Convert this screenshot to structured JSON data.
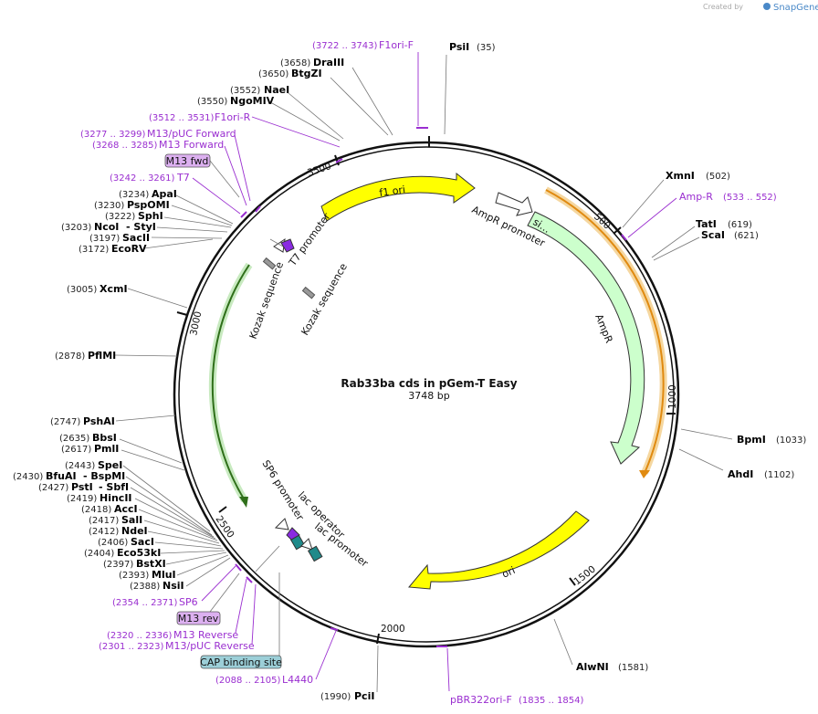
{
  "credit": {
    "created_by": "Created by",
    "brand": "SnapGene"
  },
  "plasmid": {
    "name": "Rab33ba cds in pGem-T Easy",
    "length": "3748 bp"
  },
  "ticks": [
    "500",
    "1000",
    "1500",
    "2000",
    "2500",
    "3000",
    "3500"
  ],
  "enzymes": [
    {
      "name": "PsiI",
      "pos": "(35)"
    },
    {
      "name": "DraIII",
      "pos": "(3658)"
    },
    {
      "name": "BtgZI",
      "pos": "(3650)"
    },
    {
      "name": "NaeI",
      "pos": "(3552)"
    },
    {
      "name": "NgoMIV",
      "pos": "(3550)"
    },
    {
      "name": "XmnI",
      "pos": "(502)"
    },
    {
      "name": "TatI",
      "pos": "(619)"
    },
    {
      "name": "ScaI",
      "pos": "(621)"
    },
    {
      "name": "ApaI",
      "pos": "(3234)"
    },
    {
      "name": "PspOMI",
      "pos": "(3230)"
    },
    {
      "name": "SphI",
      "pos": "(3222)"
    },
    {
      "name": "NcoI",
      "pos": "(3203)"
    },
    {
      "name": "- StyI",
      "pos": ""
    },
    {
      "name": "SacII",
      "pos": "(3197)"
    },
    {
      "name": "EcoRV",
      "pos": "(3172)"
    },
    {
      "name": "XcmI",
      "pos": "(3005)"
    },
    {
      "name": "PflMI",
      "pos": "(2878)"
    },
    {
      "name": "BpmI",
      "pos": "(1033)"
    },
    {
      "name": "AhdI",
      "pos": "(1102)"
    },
    {
      "name": "PshAI",
      "pos": "(2747)"
    },
    {
      "name": "BbsI",
      "pos": "(2635)"
    },
    {
      "name": "PmlI",
      "pos": "(2617)"
    },
    {
      "name": "SpeI",
      "pos": "(2443)"
    },
    {
      "name": "BfuAI",
      "pos": "(2430)"
    },
    {
      "name": "- BspMI",
      "pos": ""
    },
    {
      "name": "PstI",
      "pos": "(2427)"
    },
    {
      "name": "- SbfI",
      "pos": ""
    },
    {
      "name": "HincII",
      "pos": "(2419)"
    },
    {
      "name": "AccI",
      "pos": "(2418)"
    },
    {
      "name": "SalI",
      "pos": "(2417)"
    },
    {
      "name": "NdeI",
      "pos": "(2412)"
    },
    {
      "name": "SacI",
      "pos": "(2406)"
    },
    {
      "name": "Eco53kI",
      "pos": "(2404)"
    },
    {
      "name": "BstXI",
      "pos": "(2397)"
    },
    {
      "name": "MluI",
      "pos": "(2393)"
    },
    {
      "name": "NsiI",
      "pos": "(2388)"
    },
    {
      "name": "AlwNI",
      "pos": "(1581)"
    },
    {
      "name": "PciI",
      "pos": "(1990)"
    }
  ],
  "primers": [
    {
      "name": "F1ori-F",
      "range": "(3722 .. 3743)"
    },
    {
      "name": "F1ori-R",
      "range": "(3512 .. 3531)"
    },
    {
      "name": "M13/pUC Forward",
      "range": "(3277 .. 3299)"
    },
    {
      "name": "M13 Forward",
      "range": "(3268 .. 3285)"
    },
    {
      "name": "T7",
      "range": "(3242 .. 3261)"
    },
    {
      "name": "Amp-R",
      "range": "(533 .. 552)"
    },
    {
      "name": "SP6",
      "range": "(2354 .. 2371)"
    },
    {
      "name": "M13 Reverse",
      "range": "(2320 .. 2336)"
    },
    {
      "name": "M13/pUC Reverse",
      "range": "(2301 .. 2323)"
    },
    {
      "name": "L4440",
      "range": "(2088 .. 2105)"
    },
    {
      "name": "pBR322ori-F",
      "range": "(1835 .. 1854)"
    }
  ],
  "boxed_labels": {
    "m13fwd": "M13 fwd",
    "m13rev": "M13 rev",
    "cap": "CAP binding site"
  },
  "features": {
    "f1ori": "f1 ori",
    "ampr_promoter": "AmpR promoter",
    "ampr": "AmpR",
    "sig": "si…",
    "ori": "ori",
    "t7_promoter": "T7 promoter",
    "kozak1": "Kozak sequence",
    "kozak2": "Kozak sequence",
    "sp6_promoter": "SP6 promoter",
    "lac_operator": "lac operator",
    "lac_promoter": "lac promoter"
  },
  "colors": {
    "primer": "#9a2ed0",
    "f1ori": "#ffff00",
    "ampr": "#ccffcc",
    "orange_arc": "#f5a623",
    "green_arc": "#4a9a2a",
    "m13_box": "#dcb0f0",
    "cap_box": "#9ccfd8"
  }
}
